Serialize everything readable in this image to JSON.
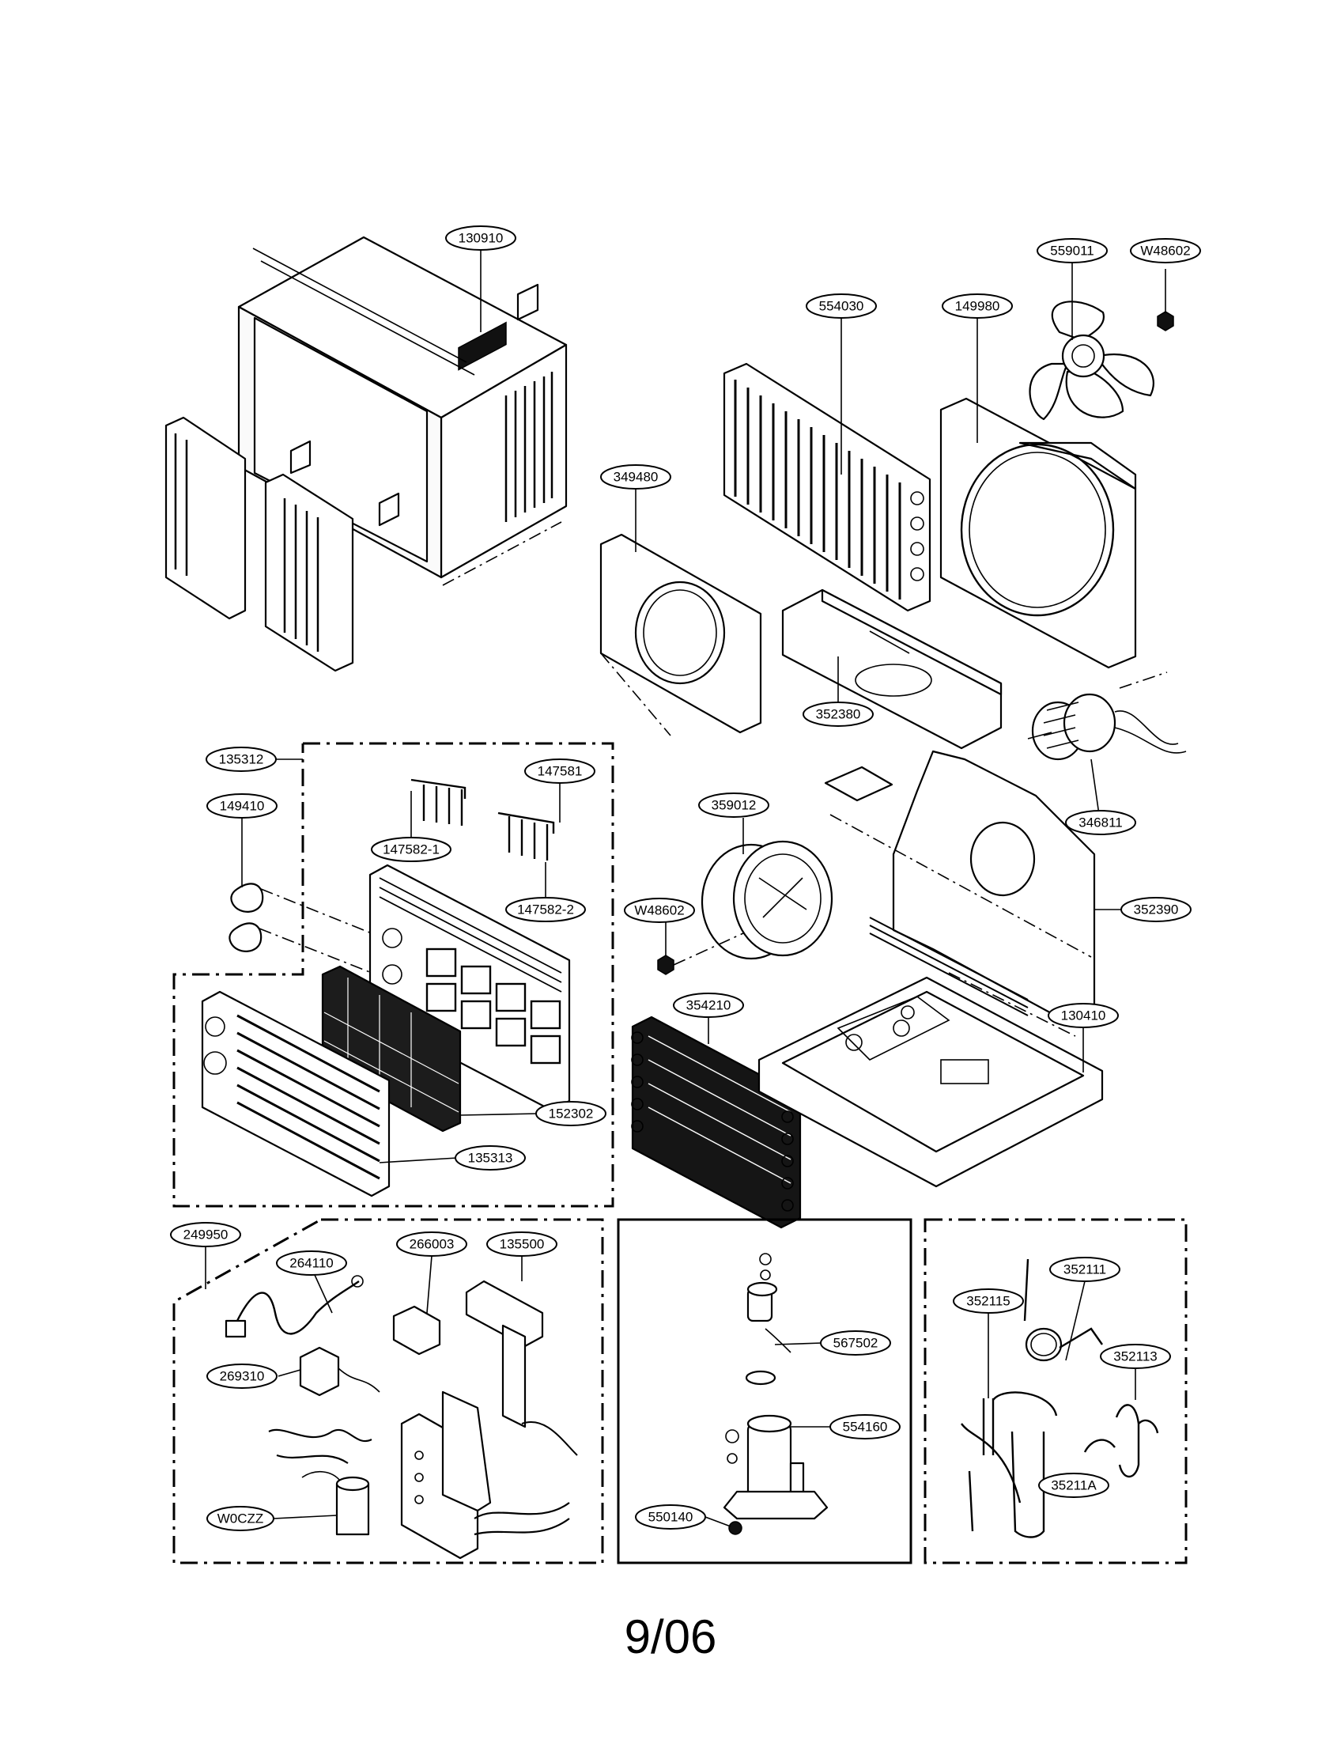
{
  "callouts": [
    {
      "id": "c1",
      "label": "130910"
    },
    {
      "id": "c2",
      "label": "559011"
    },
    {
      "id": "c3",
      "label": "W48602"
    },
    {
      "id": "c4",
      "label": "554030"
    },
    {
      "id": "c5",
      "label": "149980"
    },
    {
      "id": "c6",
      "label": "349480"
    },
    {
      "id": "c7",
      "label": "352380"
    },
    {
      "id": "c8",
      "label": "135312"
    },
    {
      "id": "c9",
      "label": "147581"
    },
    {
      "id": "c10",
      "label": "149410"
    },
    {
      "id": "c11",
      "label": "147582-1"
    },
    {
      "id": "c12",
      "label": "147582-2"
    },
    {
      "id": "c13",
      "label": "346811"
    },
    {
      "id": "c14",
      "label": "359012"
    },
    {
      "id": "c15",
      "label": "W48602"
    },
    {
      "id": "c16",
      "label": "352390"
    },
    {
      "id": "c17",
      "label": "354210"
    },
    {
      "id": "c18",
      "label": "130410"
    },
    {
      "id": "c19",
      "label": "152302"
    },
    {
      "id": "c20",
      "label": "135313"
    },
    {
      "id": "c21",
      "label": "249950"
    },
    {
      "id": "c22",
      "label": "264110"
    },
    {
      "id": "c23",
      "label": "266003"
    },
    {
      "id": "c24",
      "label": "135500"
    },
    {
      "id": "c25",
      "label": "269310"
    },
    {
      "id": "c26",
      "label": "W0CZZ"
    },
    {
      "id": "c27",
      "label": "567502"
    },
    {
      "id": "c28",
      "label": "554160"
    },
    {
      "id": "c29",
      "label": "550140"
    },
    {
      "id": "c30",
      "label": "352111"
    },
    {
      "id": "c31",
      "label": "352115"
    },
    {
      "id": "c32",
      "label": "352113"
    },
    {
      "id": "c33",
      "label": "35211A"
    }
  ],
  "page_number": "9/06"
}
